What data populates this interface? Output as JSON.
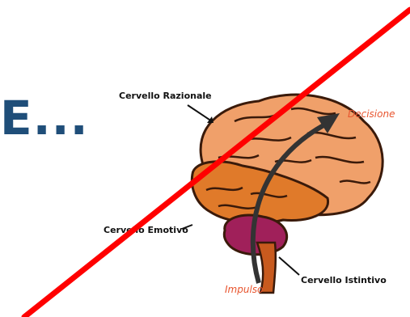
{
  "heading": "E...",
  "labels": {
    "rational": "Cervello Razionale",
    "emotional": "Cervello Emotivo",
    "instinctive": "Cervello Istintivo",
    "decision": "Decisione",
    "impulse": "Impulso"
  },
  "colors": {
    "heading": "#1f4e79",
    "cortex": "#f0a06a",
    "limbic": "#e07a2a",
    "cerebellum": "#a0205a",
    "stem": "#c85a1e",
    "cross_out": "#ff0000",
    "label_accent": "#e8552f"
  }
}
